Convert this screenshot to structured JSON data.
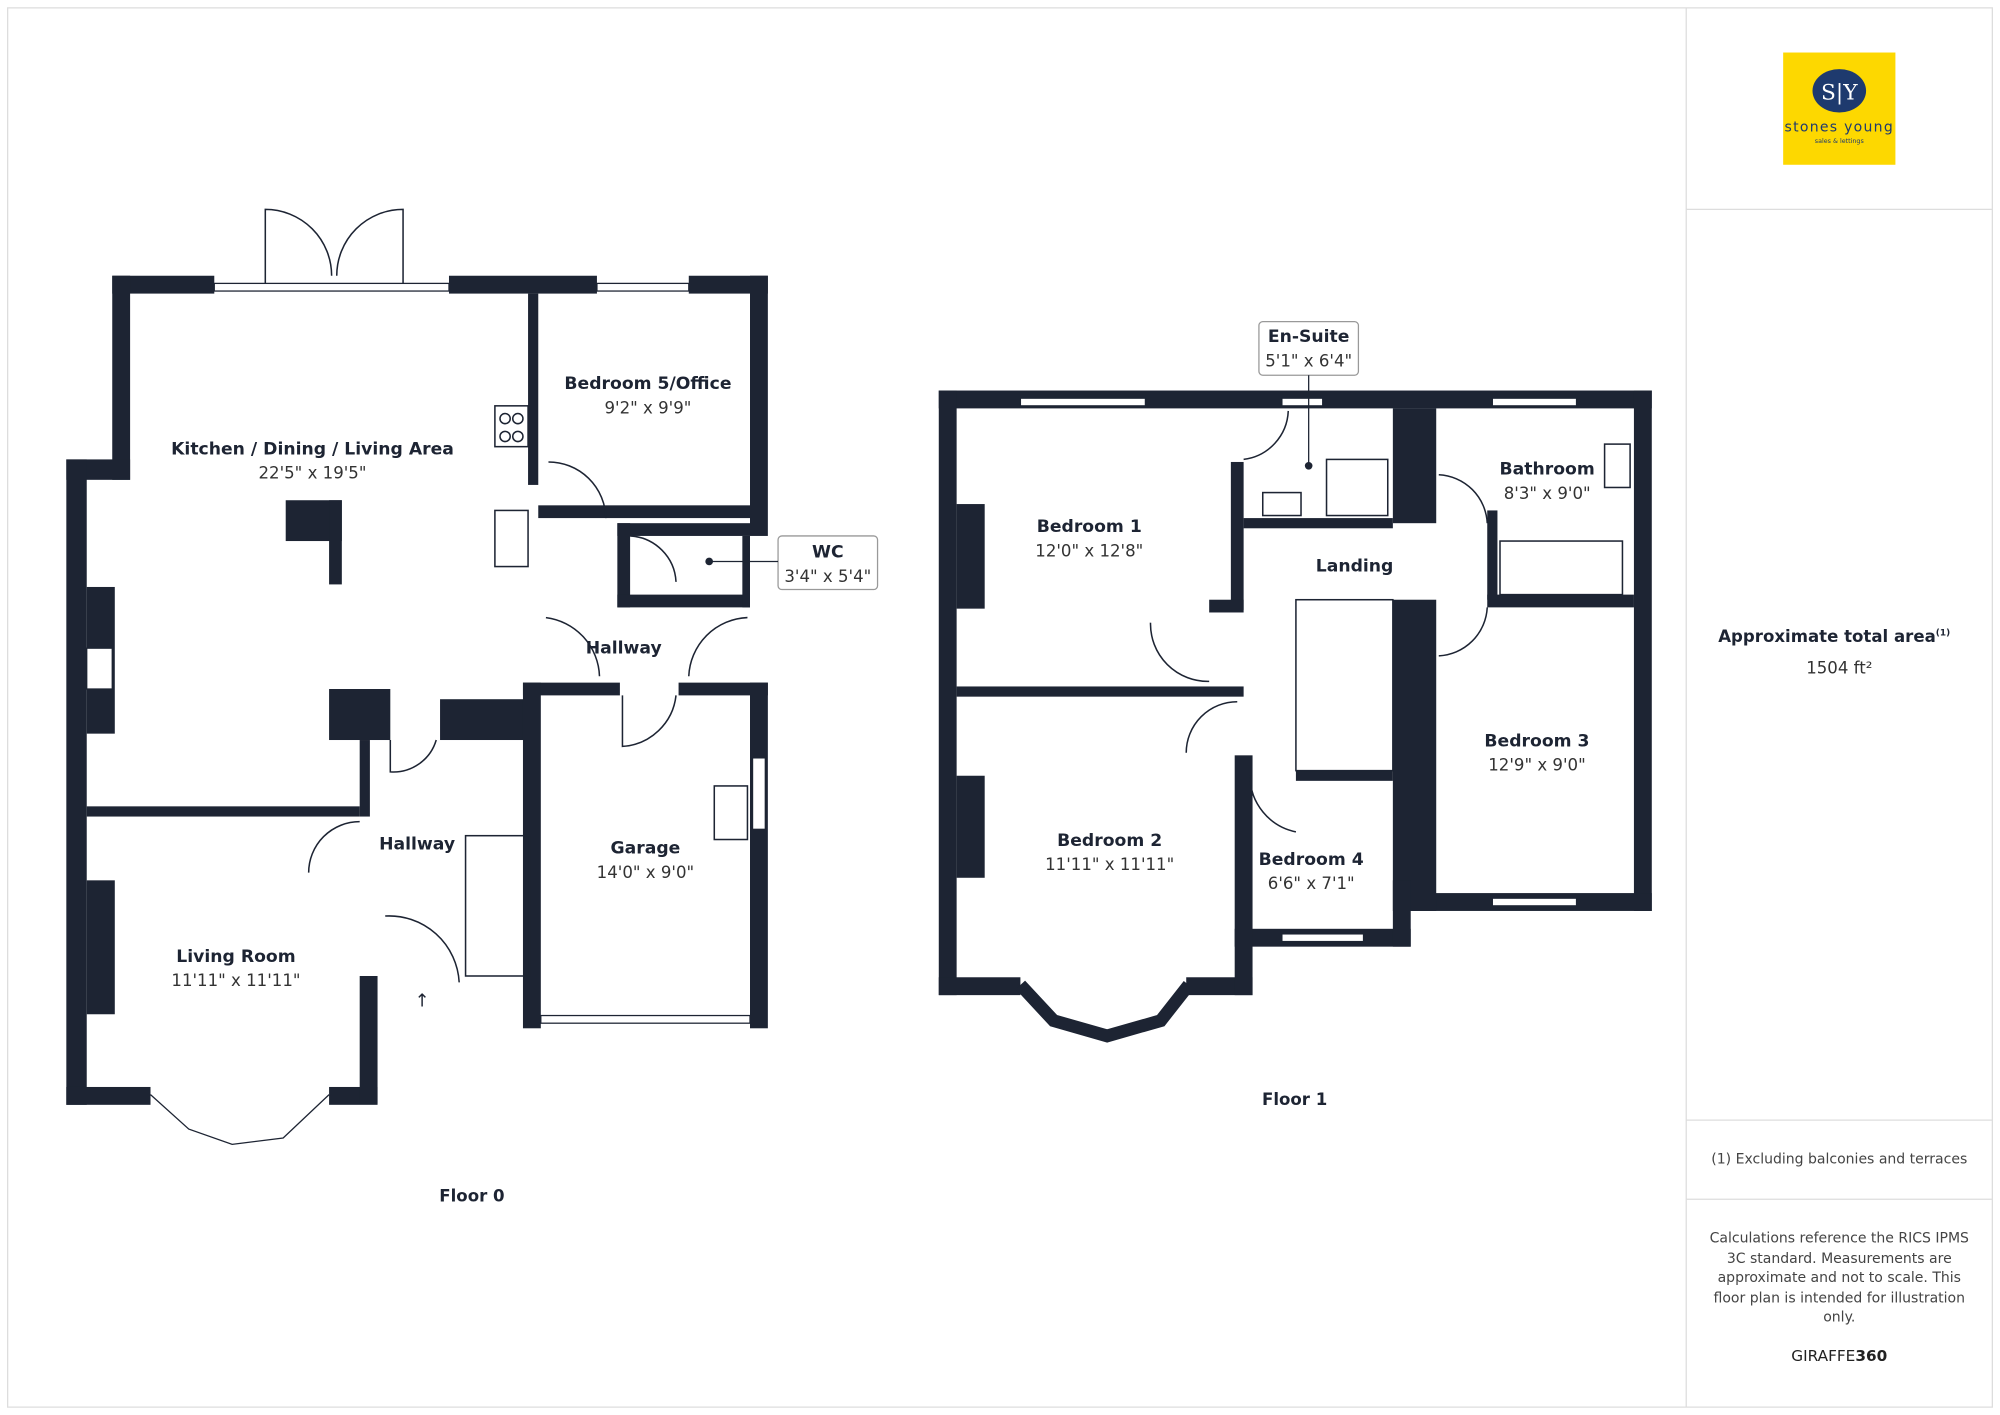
{
  "colors": {
    "wall": "#1d2433",
    "logo_bg": "#fdd800",
    "logo_circle": "#1e3a6e"
  },
  "logo": {
    "monogram": "S|Y",
    "name": "stones young",
    "tagline": "sales & lettings"
  },
  "floors": [
    {
      "label": "Floor 0",
      "rooms": [
        {
          "name": "Kitchen / Dining / Living Area",
          "dims": "22'5\" x 19'5\""
        },
        {
          "name": "Bedroom 5/Office",
          "dims": "9'2\" x 9'9\""
        },
        {
          "name": "WC",
          "dims": "3'4\" x 5'4\""
        },
        {
          "name": "Hallway",
          "dims": ""
        },
        {
          "name": "Hallway",
          "dims": ""
        },
        {
          "name": "Garage",
          "dims": "14'0\" x 9'0\""
        },
        {
          "name": "Living Room",
          "dims": "11'11\" x 11'11\""
        }
      ]
    },
    {
      "label": "Floor 1",
      "rooms": [
        {
          "name": "En-Suite",
          "dims": "5'1\" x 6'4\""
        },
        {
          "name": "Bedroom 1",
          "dims": "12'0\" x 12'8\""
        },
        {
          "name": "Landing",
          "dims": ""
        },
        {
          "name": "Bathroom",
          "dims": "8'3\" x 9'0\""
        },
        {
          "name": "Bedroom 2",
          "dims": "11'11\" x 11'11\""
        },
        {
          "name": "Bedroom 4",
          "dims": "6'6\" x 7'1\""
        },
        {
          "name": "Bedroom 3",
          "dims": "12'9\" x 9'0\""
        }
      ]
    }
  ],
  "panel": {
    "area_title": "Approximate total area",
    "area_sup": "(1)",
    "area_value": "1504 ft²",
    "footnote": "(1) Excluding balconies and terraces",
    "disclaimer": [
      "Calculations reference the RICS IPMS",
      "3C standard. Measurements are",
      "approximate and not to scale. This",
      "floor plan is intended for illustration",
      "only."
    ],
    "brand_light": "GIRAFFE",
    "brand_bold": "360"
  }
}
